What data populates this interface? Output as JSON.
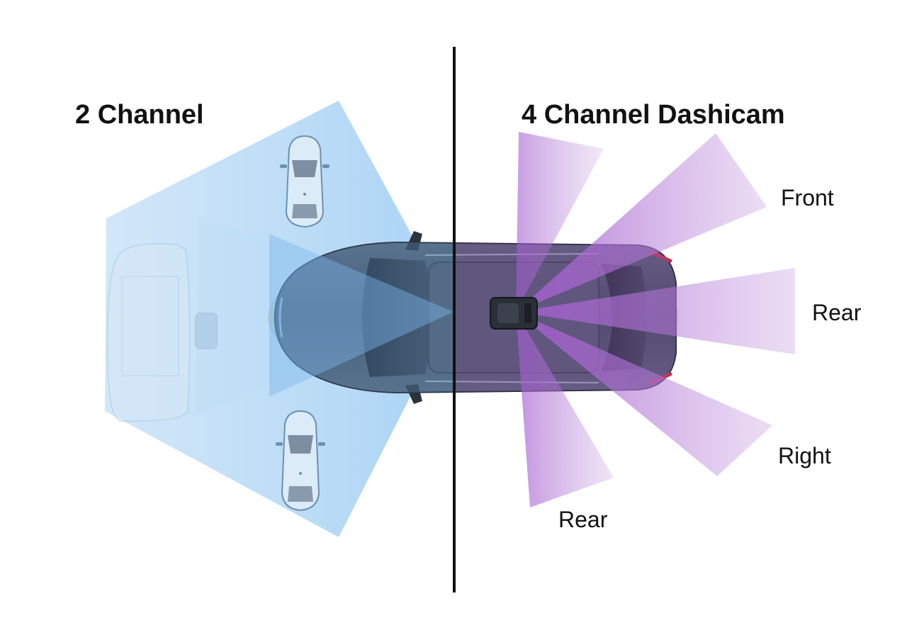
{
  "diagram": {
    "left_panel": {
      "title": "2 Channel",
      "coverage_color": "#7fb8ec"
    },
    "right_panel": {
      "title": "4 Channel Dashicam",
      "coverage_color": "#b57ad6",
      "beam_labels": {
        "front": "Front",
        "rear_right": "Rear",
        "right": "Right",
        "rear_bottom": "Rear"
      }
    },
    "car_body_color": "#3c4756",
    "divider_color": "#111111"
  }
}
